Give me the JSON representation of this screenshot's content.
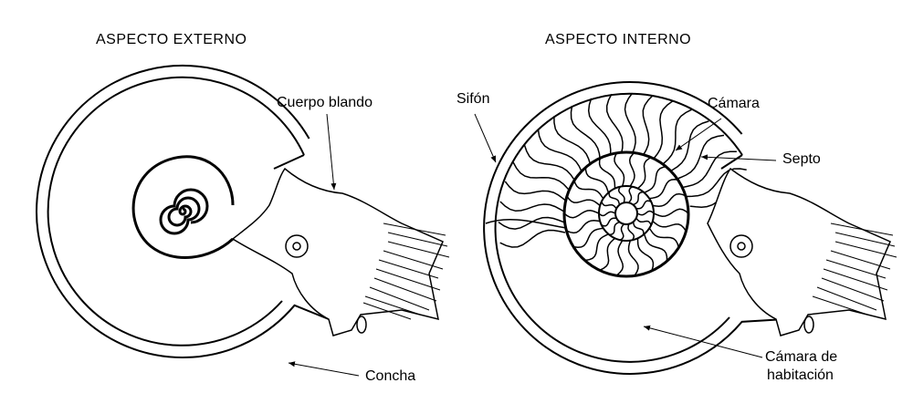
{
  "titles": {
    "external": "ASPECTO EXTERNO",
    "internal": "ASPECTO INTERNO"
  },
  "labels": {
    "soft_body": "Cuerpo blando",
    "shell": "Concha",
    "siphon": "Sifón",
    "chamber": "Cámara",
    "septum": "Septo",
    "living_chamber_1": "Cámara de",
    "living_chamber_2": "habitación"
  },
  "colors": {
    "ink": "#000000",
    "background": "#ffffff"
  }
}
